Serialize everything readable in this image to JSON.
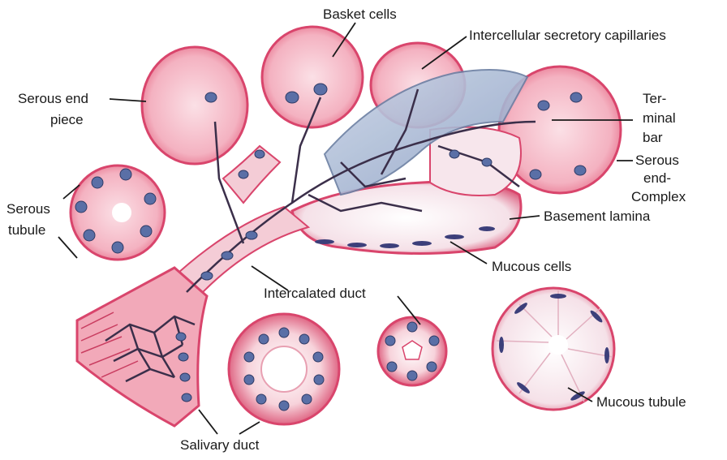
{
  "labels": {
    "basket_cells": "Basket cells",
    "intercellular_capillaries": "Intercellular secretory capillaries",
    "serous_end_piece_1": "Serous end",
    "serous_end_piece_2": "piece",
    "terminal_bar_1": "Ter-",
    "terminal_bar_2": "minal",
    "terminal_bar_3": "bar",
    "serous_end_complex_1": "Serous",
    "serous_end_complex_2": "end-",
    "serous_end_complex_3": "Complex",
    "serous_tubule_1": "Serous",
    "serous_tubule_2": "tubule",
    "basement_lamina": "Basement lamina",
    "mucous_cells": "Mucous cells",
    "intercalated_duct": "Intercalated duct",
    "mucous_tubule": "Mucous tubule",
    "salivary_duct": "Salivary duct"
  },
  "colors": {
    "serous_cytoplasm": "#f4b8c4",
    "serous_rim": "#e0607e",
    "mucous_cytoplasm": "#f6e3ea",
    "nucleus": "#5a6fa6",
    "myoepithelial": "#3b2f4a",
    "leader": "#1a1a1a"
  }
}
